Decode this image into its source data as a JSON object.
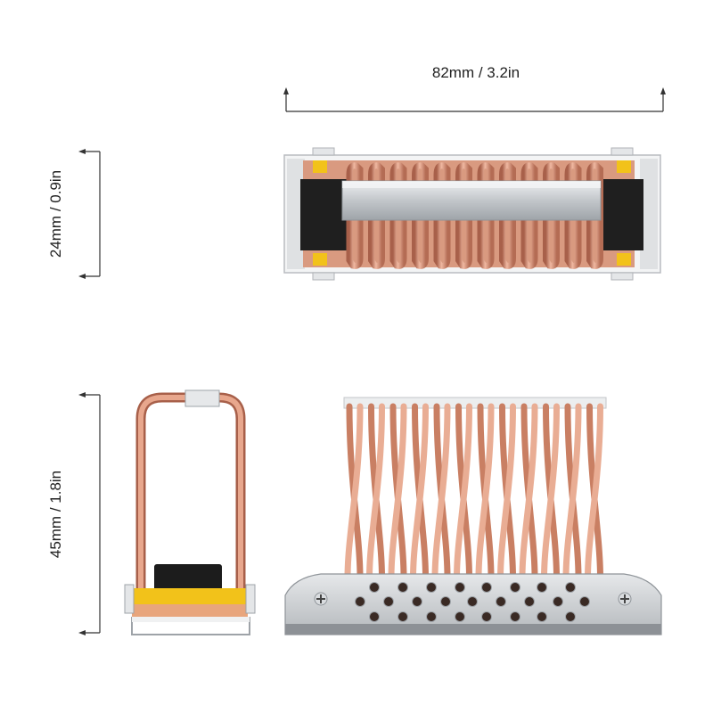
{
  "dimensions": {
    "width": "82mm / 3.2in",
    "top_height": "24mm / 0.9in",
    "side_height": "45mm / 1.8in"
  },
  "colors": {
    "copper": "#d9957a",
    "copper_dark": "#a8604a",
    "aluminum": "#c9ccd0",
    "pad_black": "#1c1c1c",
    "thermal_yellow": "#f2c21a",
    "line": "#333333"
  }
}
